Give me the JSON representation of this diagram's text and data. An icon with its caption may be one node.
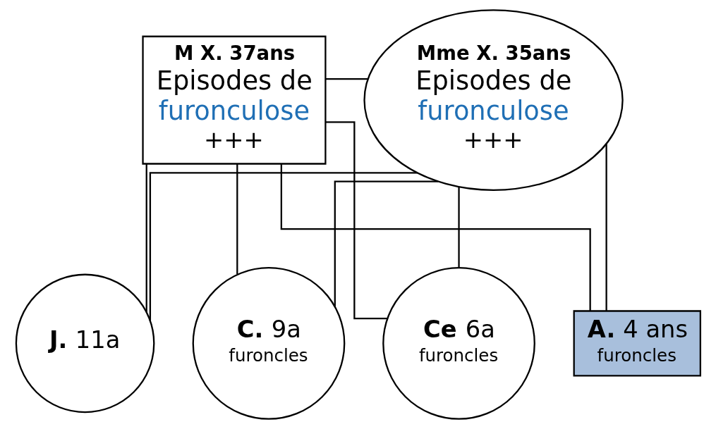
{
  "diagram": {
    "nodes": [
      {
        "text": [
          "M X. 37ans",
          "Episodes de",
          "furonculose",
          "+++"
        ]
      },
      {
        "text": [
          "Mme X. 35ans",
          "Episodes de",
          "furonculose",
          "+++"
        ]
      },
      {
        "text": [
          "**J.** 11a"
        ]
      },
      {
        "text": [
          "**C.** 9a",
          "furoncles"
        ]
      },
      {
        "text": [
          "**Ce** 6a",
          "furoncles"
        ]
      },
      {
        "text": [
          "**A.** 4 ans",
          "furoncles"
        ]
      }
    ],
    "edges": [
      {
        "from": 0,
        "to": 1,
        "arrow": "none"
      },
      {
        "from": 0,
        "to": 2,
        "arrow": "none"
      },
      {
        "from": 1,
        "to": 2,
        "arrow": "none"
      },
      {
        "from": 0,
        "to": 3,
        "arrow": "none"
      },
      {
        "from": 1,
        "to": 3,
        "arrow": "none"
      },
      {
        "from": 0,
        "to": 4,
        "arrow": "none"
      },
      {
        "from": 1,
        "to": 4,
        "arrow": "none"
      },
      {
        "from": 0,
        "to": 5,
        "arrow": "none"
      },
      {
        "from": 1,
        "to": 5,
        "arrow": "none"
      }
    ]
  }
}
